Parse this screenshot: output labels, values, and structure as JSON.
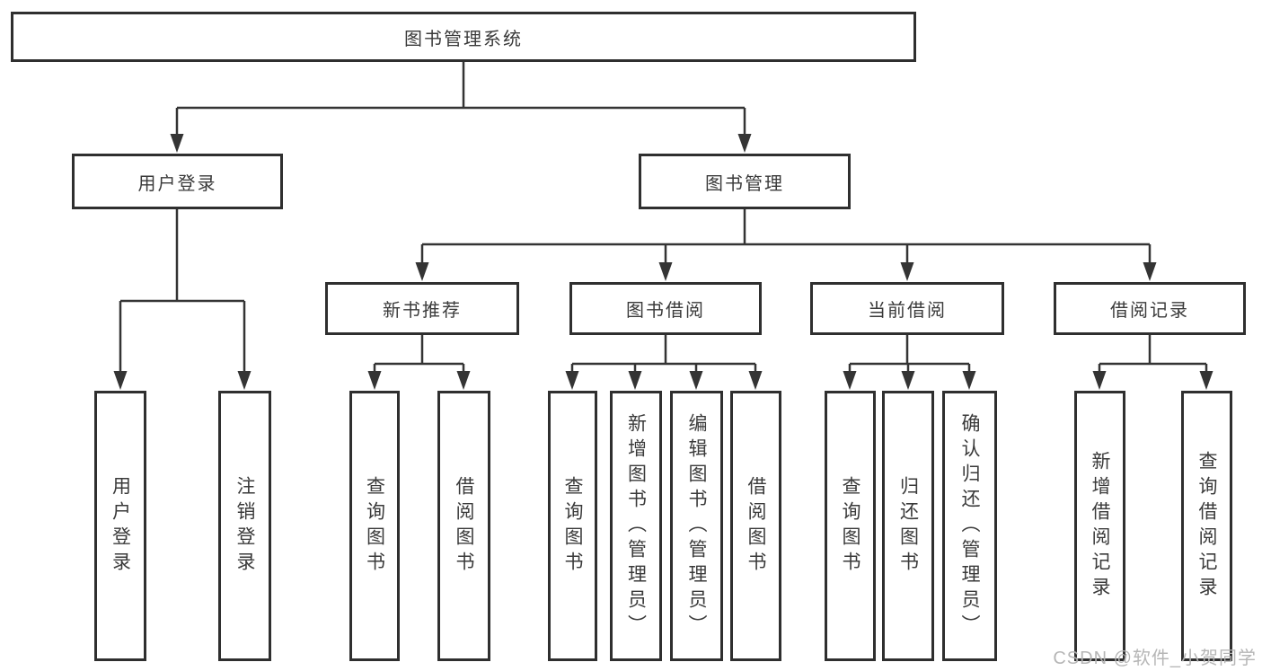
{
  "tree": {
    "label": "图书管理系统",
    "children": [
      {
        "label": "用户登录",
        "children": [
          {
            "label": "用户登录"
          },
          {
            "label": "注销登录"
          }
        ]
      },
      {
        "label": "图书管理",
        "children": [
          {
            "label": "新书推荐",
            "children": [
              {
                "label": "查询图书"
              },
              {
                "label": "借阅图书"
              }
            ]
          },
          {
            "label": "图书借阅",
            "children": [
              {
                "label": "查询图书"
              },
              {
                "label": "新增图书（管理员）"
              },
              {
                "label": "编辑图书（管理员）"
              },
              {
                "label": "借阅图书"
              }
            ]
          },
          {
            "label": "当前借阅",
            "children": [
              {
                "label": "查询图书"
              },
              {
                "label": "归还图书"
              },
              {
                "label": "确认归还（管理员）"
              }
            ]
          },
          {
            "label": "借阅记录",
            "children": [
              {
                "label": "新增借阅记录"
              },
              {
                "label": "查询借阅记录"
              }
            ]
          }
        ]
      }
    ]
  },
  "watermark": {
    "text": "CSDN @软件_小贺同学"
  },
  "colors": {
    "line": "#343434",
    "border": "#2f2f2f",
    "text": "#3a3a3a",
    "canvas": "#ffffff",
    "watermark": "#b2b2b2"
  }
}
